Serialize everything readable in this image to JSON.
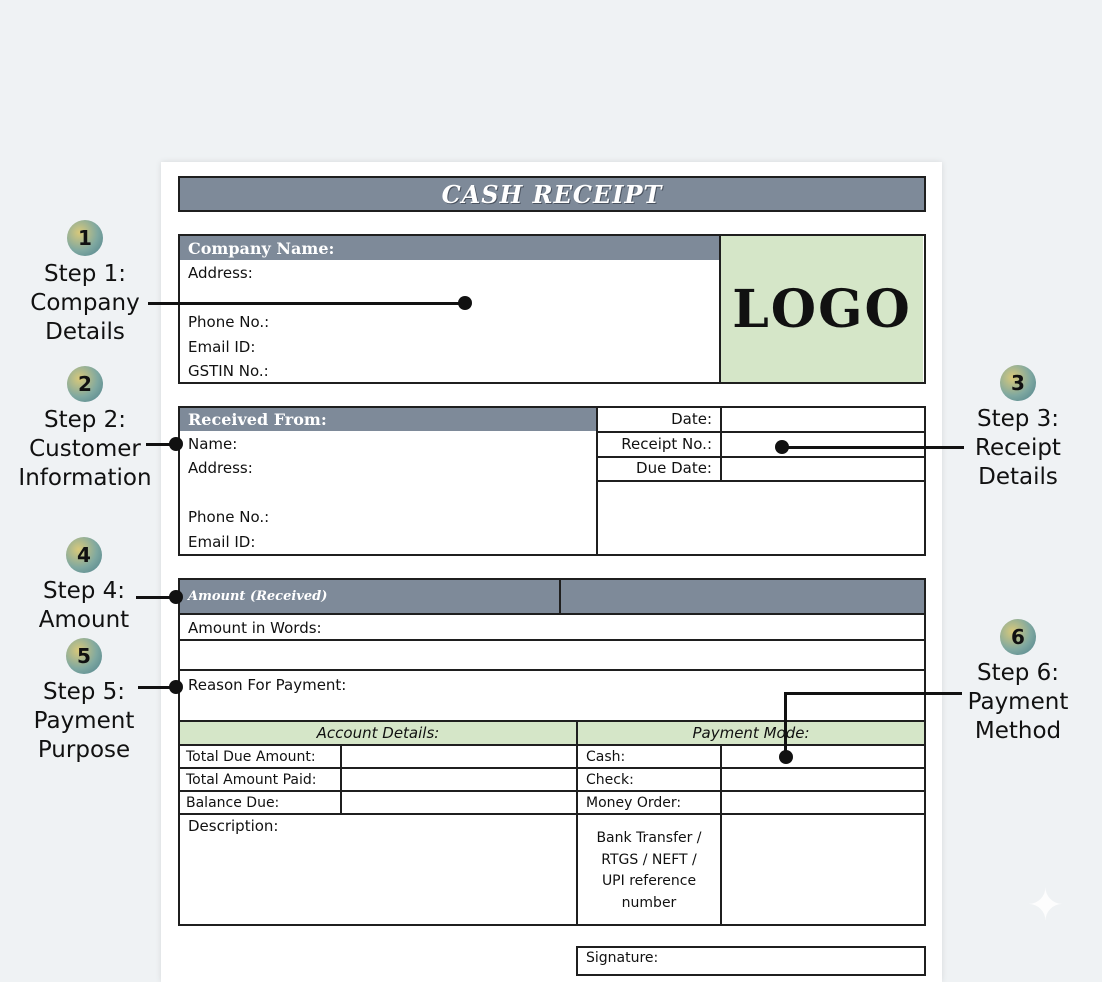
{
  "receipt": {
    "title": "CASH RECEIPT",
    "company": {
      "header": "Company Name:",
      "address": "Address:",
      "phone": "Phone No.:",
      "email": "Email ID:",
      "gstin": "GSTIN No.:",
      "logo": "LOGO"
    },
    "customer": {
      "header": "Received From:",
      "name": "Name:",
      "address": "Address:",
      "phone": "Phone No.:",
      "email": "Email ID:"
    },
    "receipt_details": {
      "date": "Date:",
      "receipt_no": "Receipt No.:",
      "due_date": "Due Date:"
    },
    "amount": {
      "header": "Amount (Received)",
      "in_words": "Amount in Words:",
      "reason": "Reason For Payment:"
    },
    "account_details": {
      "header": "Account Details:",
      "rows": [
        "Total Due Amount:",
        "Total Amount Paid:",
        "Balance Due:"
      ],
      "description": "Description:"
    },
    "payment_mode": {
      "header": "Payment Mode:",
      "rows": [
        "Cash:",
        "Check:",
        "Money Order:"
      ],
      "bank_transfer": [
        "Bank Transfer /",
        "RTGS / NEFT /",
        "UPI reference",
        "number"
      ]
    },
    "signature": "Signature:"
  },
  "steps": [
    {
      "number": "1",
      "lines": [
        "Step 1:",
        "Company",
        "Details"
      ]
    },
    {
      "number": "2",
      "lines": [
        "Step 2:",
        "Customer",
        "Information"
      ]
    },
    {
      "number": "3",
      "lines": [
        "Step 3:",
        "Receipt",
        "Details"
      ]
    },
    {
      "number": "4",
      "lines": [
        "Step 4:",
        "Amount"
      ]
    },
    {
      "number": "5",
      "lines": [
        "Step 5:",
        "Payment",
        "Purpose"
      ]
    },
    {
      "number": "6",
      "lines": [
        "Step 6:",
        "Payment",
        "Method"
      ]
    }
  ]
}
